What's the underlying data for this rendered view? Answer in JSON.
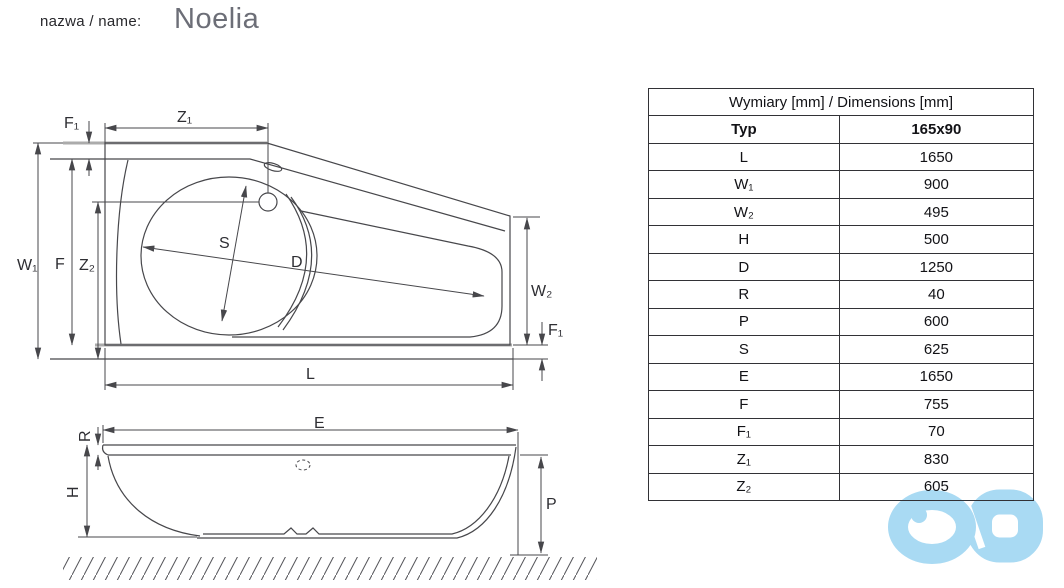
{
  "header": {
    "label": "nazwa / name:",
    "product_name": "Noelia"
  },
  "table": {
    "title": "Wymiary [mm] / Dimensions [mm]",
    "type_row": {
      "label": "Typ",
      "value": "165x90"
    },
    "rows": [
      {
        "label": "L",
        "value": "1650"
      },
      {
        "label": "W₁",
        "value": "900"
      },
      {
        "label": "W₂",
        "value": "495"
      },
      {
        "label": "H",
        "value": "500"
      },
      {
        "label": "D",
        "value": "1250"
      },
      {
        "label": "R",
        "value": "40"
      },
      {
        "label": "P",
        "value": "600"
      },
      {
        "label": "S",
        "value": "625"
      },
      {
        "label": "E",
        "value": "1650"
      },
      {
        "label": "F",
        "value": "755"
      },
      {
        "label": "F₁",
        "value": "70"
      },
      {
        "label": "Z₁",
        "value": "830"
      },
      {
        "label": "Z₂",
        "value": "605"
      }
    ]
  },
  "plan_view": {
    "labels": {
      "f1_top": "F₁",
      "z1": "Z₁",
      "w1": "W₁",
      "f": "F",
      "z2": "Z₂",
      "s": "S",
      "d": "D",
      "w2": "W₂",
      "f1_right": "F₁",
      "l": "L"
    }
  },
  "side_view": {
    "labels": {
      "r": "R",
      "e": "E",
      "h": "H",
      "p": "P"
    }
  },
  "colors": {
    "line": "#47474b",
    "thick_edge": "#ababab",
    "label_text": "#2e2e33",
    "product_gray": "#6c6e77",
    "logo_blue": "#a9daf3"
  }
}
